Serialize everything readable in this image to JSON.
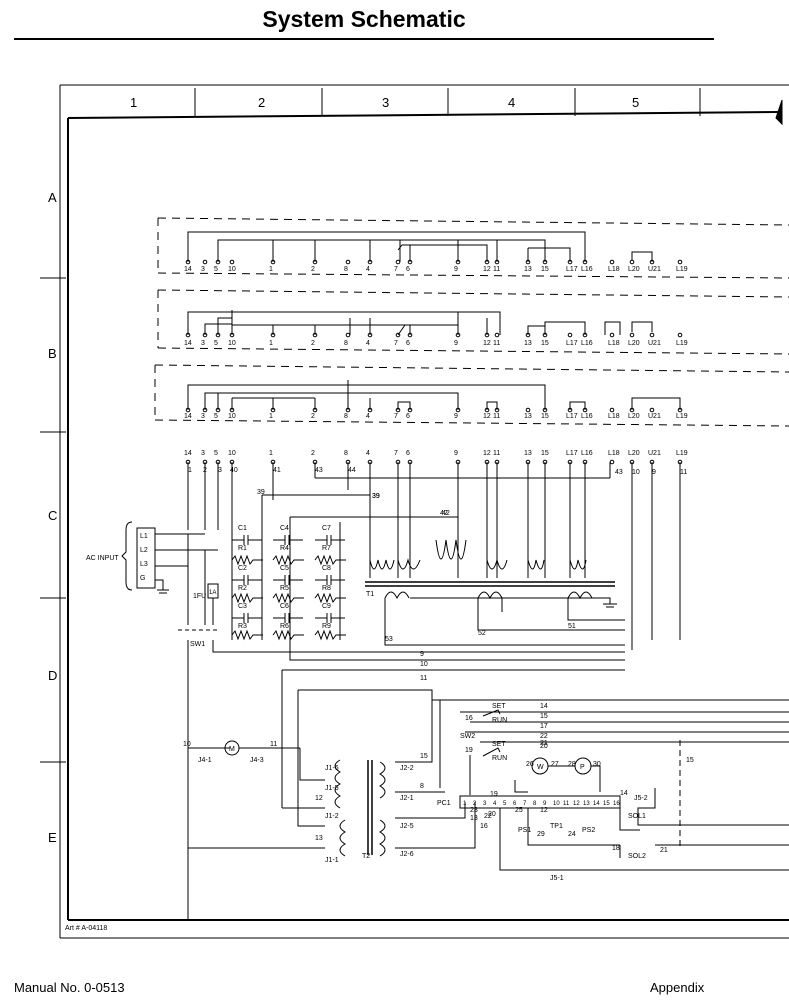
{
  "page": {
    "title": "System Schematic"
  },
  "grid": {
    "columns": [
      "1",
      "2",
      "3",
      "4",
      "5"
    ],
    "rows": [
      "A",
      "B",
      "C",
      "D",
      "E"
    ]
  },
  "terminal_labels": [
    "14",
    "3",
    "5",
    "10",
    "1",
    "2",
    "8",
    "4",
    "7",
    "6",
    "9",
    "12",
    "11",
    "13",
    "15",
    "L17",
    "L16",
    "L18",
    "L20",
    "U21",
    "L19"
  ],
  "wire_numbers": {
    "top_extra": [
      "1",
      "2",
      "3",
      "40",
      "41",
      "43",
      "44",
      "39",
      "42",
      "43",
      "10",
      "9",
      "11"
    ],
    "main": [
      "39",
      "39",
      "42",
      "53",
      "52",
      "51",
      "9",
      "10",
      "11",
      "14",
      "15",
      "17",
      "22",
      "20",
      "15"
    ]
  },
  "components": {
    "ac_input": {
      "label": "AC INPUT",
      "lines": [
        "L1",
        "L2",
        "L3",
        "G"
      ]
    },
    "fuse": {
      "label": "1FU",
      "rating": "1A"
    },
    "switch_sw1": "SW1",
    "transformer_t1": "T1",
    "transformer_t2": "T2",
    "capacitors": [
      "C1",
      "C2",
      "C3",
      "C4",
      "C5",
      "C6",
      "C7",
      "C8",
      "C9"
    ],
    "resistors": [
      "R1",
      "R2",
      "R3",
      "R4",
      "R5",
      "R6",
      "R7",
      "R8",
      "R9"
    ],
    "motor": "M",
    "connectors": [
      "J4-1",
      "J4-3",
      "J1-6",
      "J1-5",
      "J1-2",
      "J1-1",
      "J2-2",
      "J2-1",
      "J2-5",
      "J2-6",
      "J5-2",
      "J5-1"
    ],
    "sw2": {
      "label": "SW2",
      "set": "SET",
      "run": "RUN",
      "terminals": [
        "16",
        "19"
      ]
    },
    "pc1": {
      "label": "PC1",
      "pins": [
        "1",
        "2",
        "3",
        "4",
        "5",
        "6",
        "7",
        "8",
        "9",
        "10",
        "11",
        "12",
        "13",
        "14",
        "15",
        "16"
      ]
    },
    "gauges": [
      "W",
      "P"
    ],
    "pressure_switches": [
      "PS1",
      "TP1",
      "PS2"
    ],
    "solenoids": [
      "SOL1",
      "SOL2"
    ],
    "misc_numbers": [
      "26",
      "27",
      "28",
      "30",
      "29",
      "24",
      "18",
      "23",
      "25",
      "12",
      "13",
      "16",
      "22",
      "19",
      "20",
      "21",
      "14",
      "15",
      "8",
      "10",
      "11",
      "12",
      "13",
      "21"
    ]
  },
  "art_number": "Art # A-04118",
  "footer": {
    "manual": "Manual No. 0-0513",
    "section": "Appendix"
  }
}
